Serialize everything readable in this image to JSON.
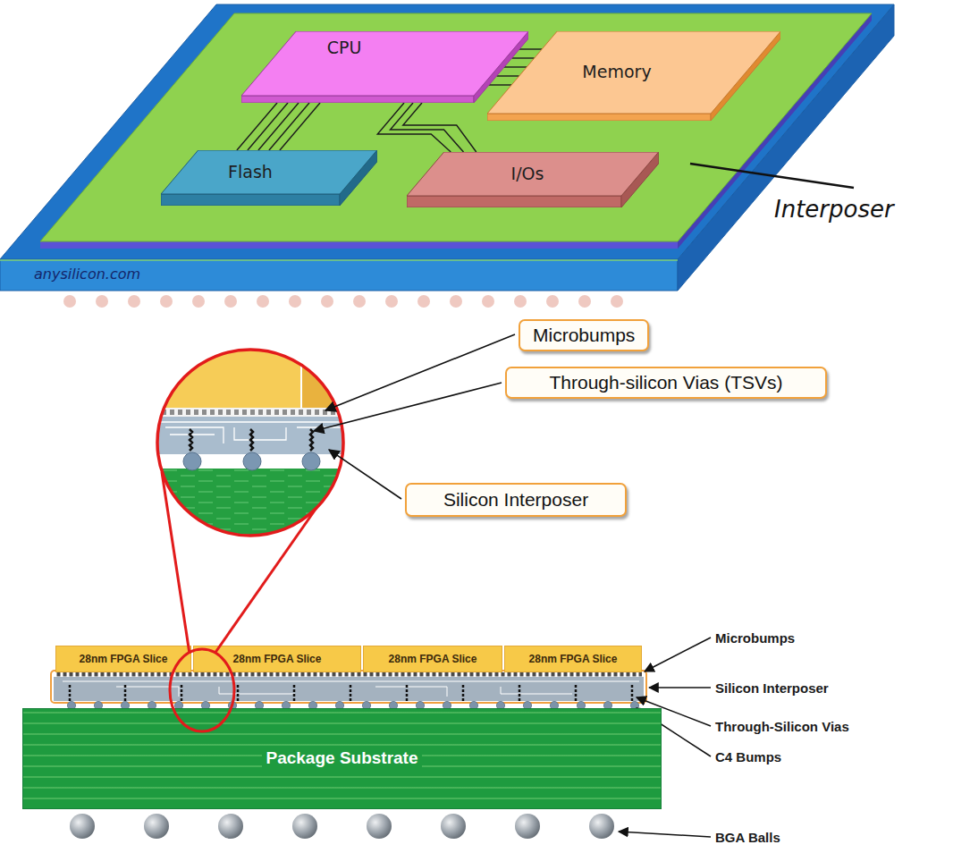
{
  "diagram": {
    "nodes": [
      {
        "text": [
          "CPU"
        ]
      },
      {
        "text": [
          "Memory"
        ]
      },
      {
        "text": [
          "Flash"
        ]
      },
      {
        "text": [
          "I/Os"
        ]
      },
      {
        "text": [
          "Microbumps"
        ]
      },
      {
        "text": [
          "Through-silicon Vias (TSVs)"
        ]
      },
      {
        "text": [
          "Silicon Interposer"
        ]
      },
      {
        "text": [
          "28nm FPGA Slice"
        ]
      },
      {
        "text": [
          "28nm FPGA Slice"
        ]
      },
      {
        "text": [
          "28nm FPGA Slice"
        ]
      },
      {
        "text": [
          "28nm FPGA Slice"
        ]
      },
      {
        "text": [
          "Package Substrate"
        ]
      }
    ],
    "edges": [
      {
        "from": 0,
        "to": 1,
        "arrow": "none"
      },
      {
        "from": 0,
        "to": 2,
        "arrow": "none"
      },
      {
        "from": 0,
        "to": 3,
        "arrow": "none"
      }
    ],
    "labels": [
      "Interposer",
      "anysilicon.com",
      "Microbumps",
      "Silicon Interposer",
      "Through-Silicon Vias",
      "C4 Bumps",
      "BGA Balls"
    ]
  }
}
